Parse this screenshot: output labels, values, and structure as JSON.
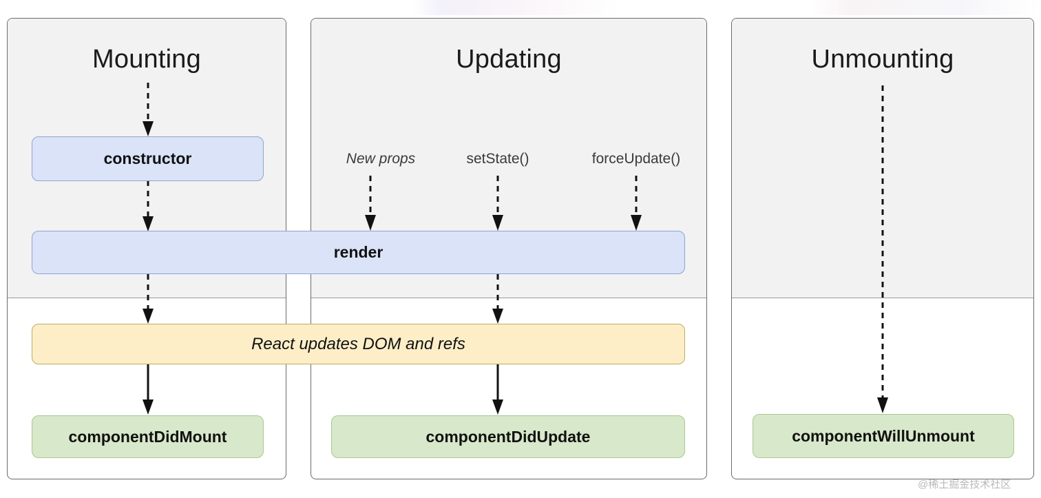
{
  "diagram": {
    "title_semantic": "react-component-lifecycle",
    "columns": [
      {
        "key": "mounting",
        "title": "Mounting",
        "boxes": [
          {
            "label": "constructor",
            "kind": "blue"
          },
          {
            "label": "componentDidMount",
            "kind": "green"
          }
        ]
      },
      {
        "key": "updating",
        "title": "Updating",
        "triggers": [
          {
            "label": "New props",
            "style": "italic"
          },
          {
            "label": "setState()",
            "style": "normal"
          },
          {
            "label": "forceUpdate()",
            "style": "normal"
          }
        ],
        "boxes": [
          {
            "label": "componentDidUpdate",
            "kind": "green"
          }
        ]
      },
      {
        "key": "unmounting",
        "title": "Unmounting",
        "boxes": [
          {
            "label": "componentWillUnmount",
            "kind": "green"
          }
        ]
      }
    ],
    "shared_boxes": [
      {
        "label": "render",
        "kind": "blue",
        "spans": "mounting+updating"
      },
      {
        "label": "React updates DOM and refs",
        "kind": "yellow",
        "spans": "mounting+updating"
      }
    ]
  },
  "colors": {
    "blue_fill": "#dae3f7",
    "blue_border": "#8da5d4",
    "green_fill": "#d8e8ca",
    "green_border": "#a8c98e",
    "yellow_fill": "#fdeec8",
    "yellow_border": "#b9ae5d",
    "panel_upper": "#f2f2f2",
    "panel_border": "#6b6b6b",
    "arrow": "#111111"
  },
  "watermark": {
    "text": "@稀土掘金技术社区"
  }
}
